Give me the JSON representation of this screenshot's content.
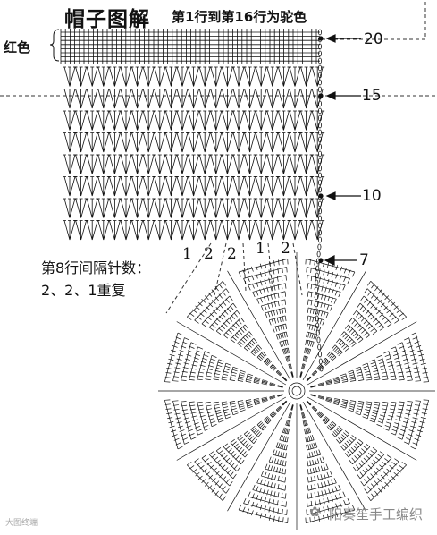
{
  "title": "帽子图解",
  "subtitle": "第1行到第16行为驼色",
  "red_label": "红色",
  "row_labels": [
    "20",
    "15",
    "10",
    "7"
  ],
  "note_line1": "第8行间隔针数：",
  "note_line2": "2、2、1重复",
  "sequence": [
    "1",
    "2",
    "2",
    "1",
    "2"
  ],
  "watermark_left": "大图终端",
  "watermark_right": "阳奏笙手工编织",
  "colors": {
    "ink": "#111111",
    "guide": "#333333",
    "watermark": "#888888"
  }
}
